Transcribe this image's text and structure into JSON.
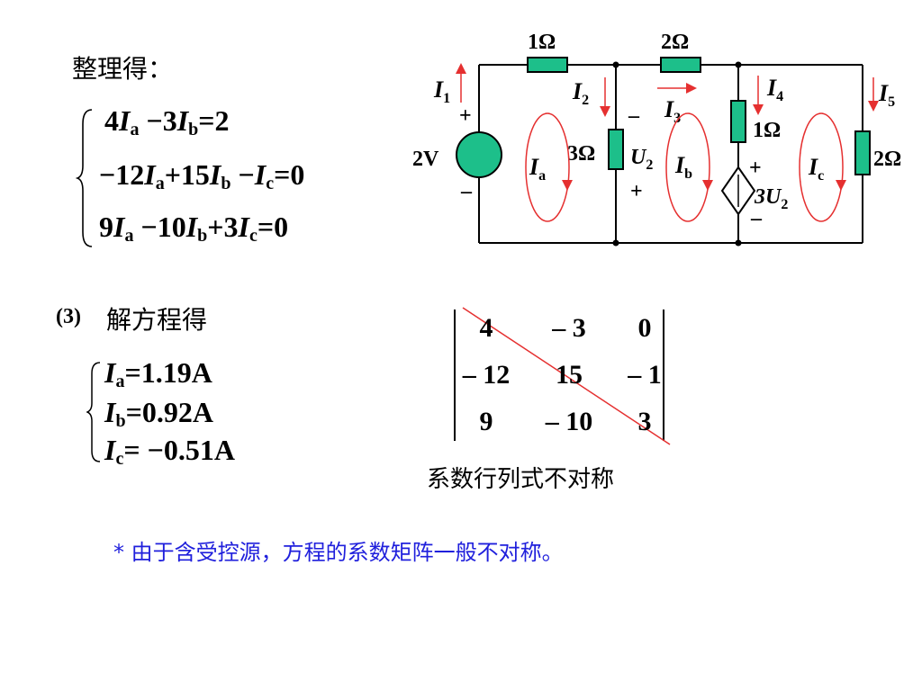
{
  "section1": {
    "heading": "整理得：",
    "eq1": {
      "c1": "4",
      "v1": "I",
      "s1": "a",
      "op": " −3",
      "v2": "I",
      "s2": "b",
      "rhs": "=2"
    },
    "eq2": {
      "c1": "−12",
      "v1": "I",
      "s1": "a",
      "op1": "+15",
      "v2": "I",
      "s2": "b",
      "op2": " −",
      "v3": "I",
      "s3": "c",
      "rhs": "=0"
    },
    "eq3": {
      "c1": "9",
      "v1": "I",
      "s1": "a",
      "op1": " −10",
      "v2": "I",
      "s2": "b",
      "op2": "+3",
      "v3": "I",
      "s3": "c",
      "rhs": "=0"
    }
  },
  "section2": {
    "label": "(3)",
    "heading": "解方程得",
    "sol": [
      {
        "v": "I",
        "s": "a",
        "val": "=1.19A"
      },
      {
        "v": "I",
        "s": "b",
        "val": "=0.92A"
      },
      {
        "v": "I",
        "s": "c",
        "val": "= −0.51A"
      }
    ]
  },
  "matrix": {
    "rows": [
      [
        "4",
        "– 3",
        "0"
      ],
      [
        "– 12",
        "15",
        "– 1"
      ],
      [
        "9",
        "– 10",
        "3"
      ]
    ],
    "caption": "系数行列式不对称",
    "diag_color": "#e53030"
  },
  "note": "* 由于含受控源，方程的系数矩阵一般不对称。",
  "circuit": {
    "r_top1": "1Ω",
    "r_top2": "2Ω",
    "r_mid": "3Ω",
    "r_4": "1Ω",
    "r_5": "2Ω",
    "source": "2V",
    "dep_source": "3U",
    "dep_sub": "2",
    "u_label": "U",
    "u_sub": "2",
    "plus": "+",
    "minus": "–",
    "currents": [
      {
        "v": "I",
        "s": "1"
      },
      {
        "v": "I",
        "s": "2"
      },
      {
        "v": "I",
        "s": "3"
      },
      {
        "v": "I",
        "s": "4"
      },
      {
        "v": "I",
        "s": "5"
      }
    ],
    "mesh": [
      {
        "v": "I",
        "s": "a"
      },
      {
        "v": "I",
        "s": "b"
      },
      {
        "v": "I",
        "s": "c"
      }
    ],
    "wire_color": "#000000",
    "resistor_color": "#1dbf8a",
    "arrow_color": "#e53030"
  }
}
